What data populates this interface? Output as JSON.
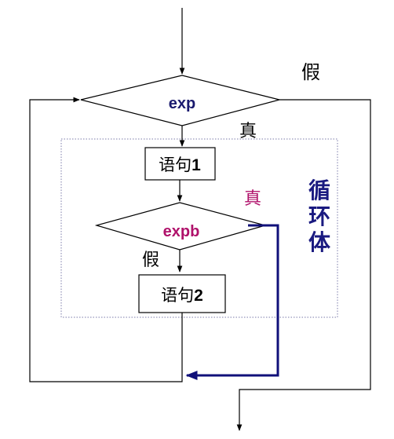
{
  "diagram": {
    "outer_condition": "exp",
    "inner_condition": "expb",
    "statement1": {
      "prefix": "语句",
      "num": "1"
    },
    "statement2": {
      "prefix": "语句",
      "num": "2"
    },
    "label_false_outer": "假",
    "label_true_outer": "真",
    "label_true_inner": "真",
    "label_false_inner": "假",
    "loop_body_label": [
      "循",
      "环",
      "体"
    ]
  },
  "colors": {
    "line": "#000000",
    "exp_text": "#1a1a6e",
    "expb_text": "#b0126b",
    "true_inner_text": "#b0126b",
    "loop_body_text": "#1a1a80",
    "continue_path": "#10107a",
    "dotted_box": "#7a7aa8"
  }
}
